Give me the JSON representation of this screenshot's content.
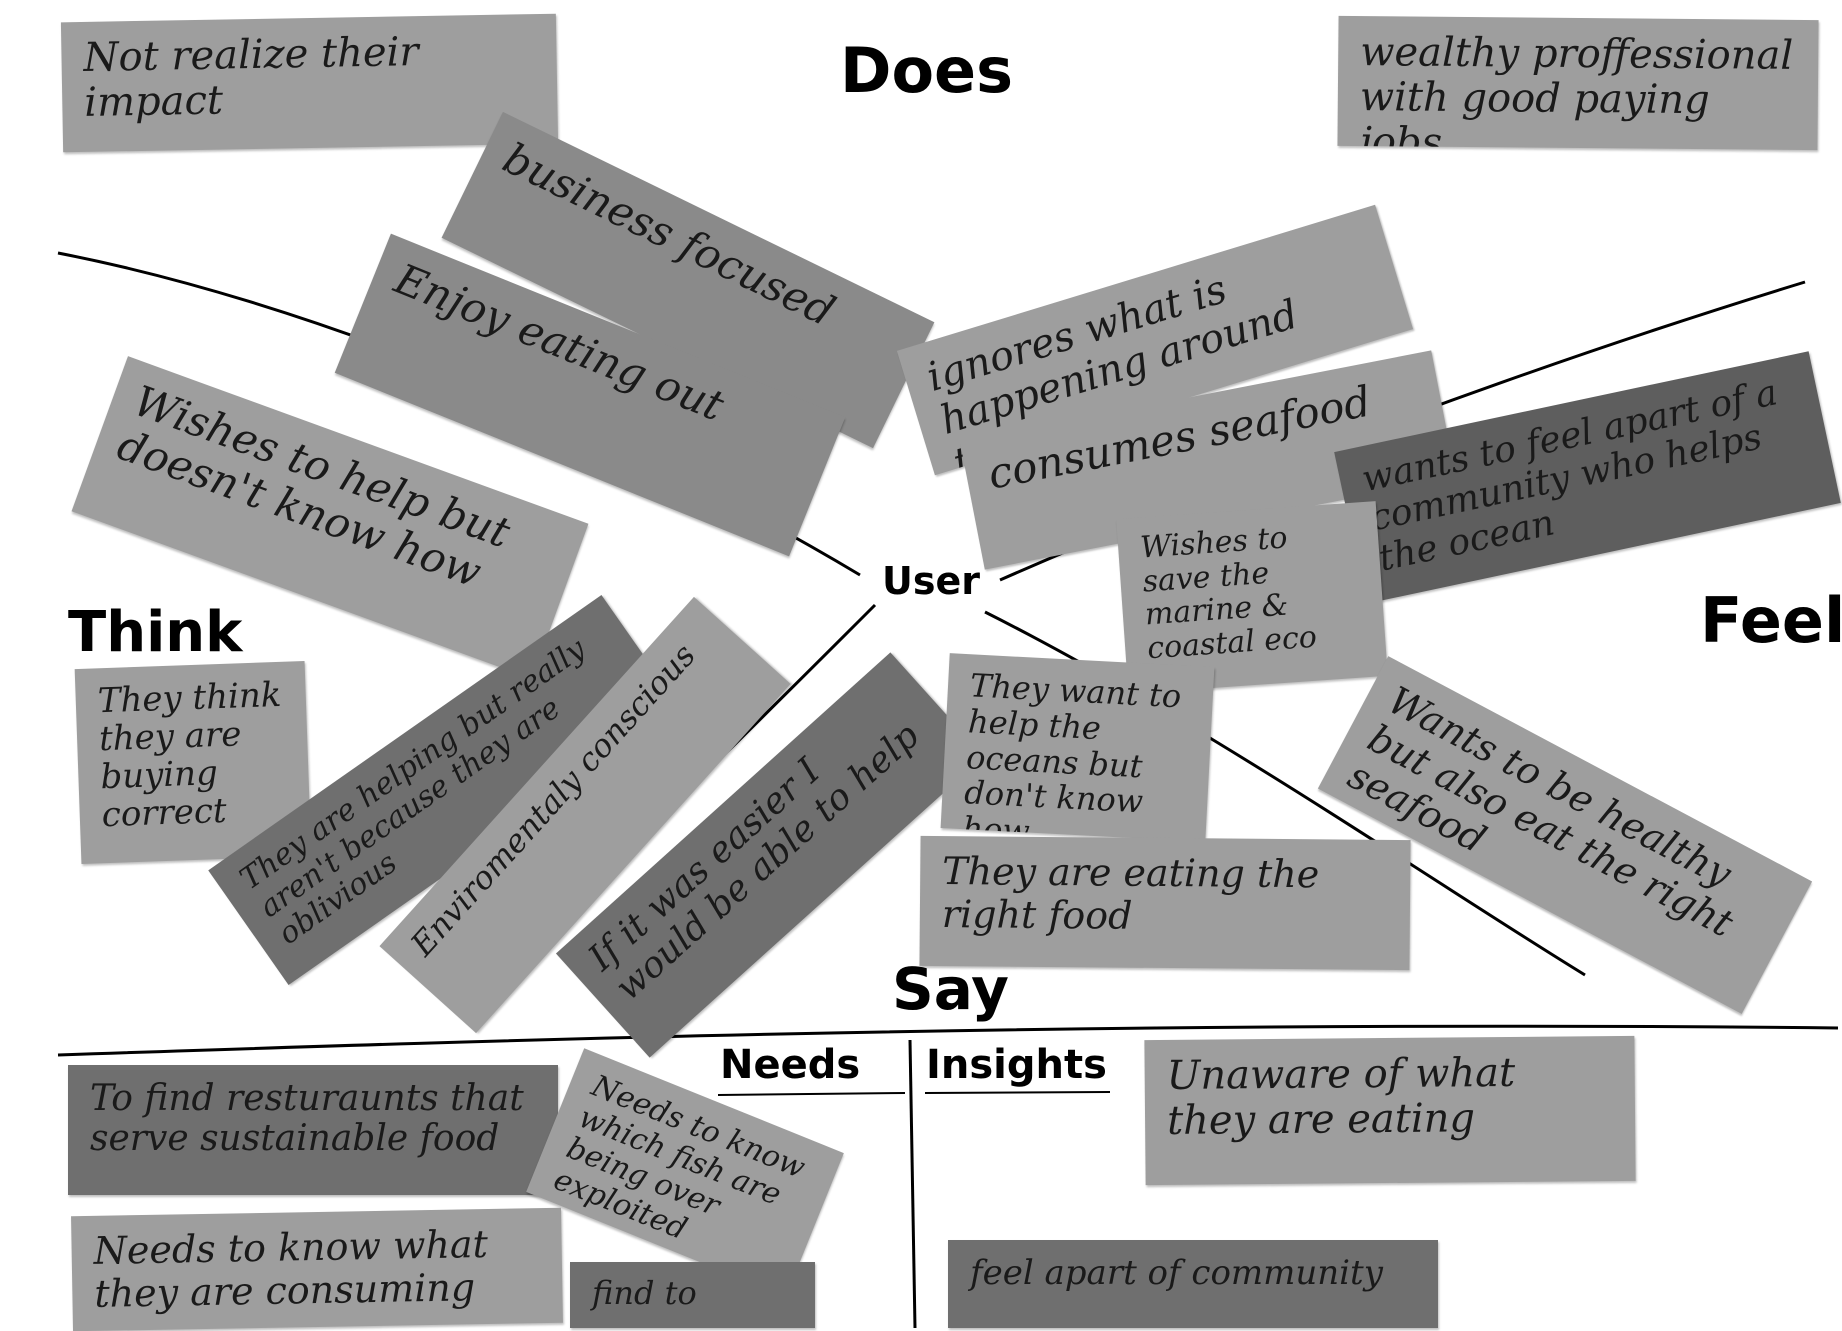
{
  "headings": {
    "does": "Does",
    "think": "Think",
    "feel": "Feel",
    "say": "Say",
    "user": "User",
    "needs": "Needs",
    "insights": "Insights"
  },
  "colors": {
    "line": "#000000",
    "note_light": "#9e9e9e",
    "note_mid": "#8a8a8a",
    "note_dark": "#6f6f6f",
    "note_deep": "#5e5e5e"
  },
  "notes": {
    "not_realize": "Not realize their impact",
    "wealthy": "wealthy proffessional with good paying jobs",
    "business": "business focused",
    "enjoy": "Enjoy eating out",
    "ignores": "ignores what is happening around them",
    "consumes": "consumes seafood",
    "wishes_help": "Wishes to help but doesn't know how",
    "wants_feel": "wants to feel apart of a community who helps the ocean",
    "wishes_save": "Wishes to save the marine & coastal eco",
    "they_think": "They think they are buying correct",
    "helping": "They are helping but really aren't because they are oblivious",
    "enviro": "Enviromentaly conscious",
    "easier": "If it was easier I would be able to help",
    "want_help": "They want to help the oceans but don't know how",
    "eating_right": "They are eating the right food",
    "healthy": "Wants to be healthy but also eat the right seafood",
    "find_rest": "To find resturaunts that serve sustainable food",
    "needs_fish": "Needs to know which fish are being over exploited",
    "needs_consuming": "Needs to know what they are consuming",
    "find_to": "find to",
    "unaware": "Unaware of what they are eating",
    "apart_community": "feel apart of community"
  }
}
